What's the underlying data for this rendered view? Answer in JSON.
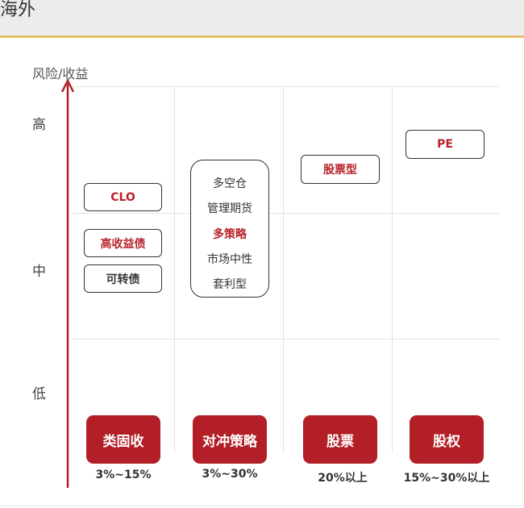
{
  "header": {
    "title": "海外"
  },
  "axis": {
    "title": "风险/收益",
    "levels": [
      "高",
      "中",
      "低"
    ],
    "arrow_color": "#b21f26"
  },
  "columns": [
    {
      "category": "类固收",
      "range": "3%~15%"
    },
    {
      "category": "对冲策略",
      "range": "3%~30%"
    },
    {
      "category": "股票",
      "range": "20%以上"
    },
    {
      "category": "股权",
      "range": "15%~30%以上"
    }
  ],
  "products": {
    "clo": "CLO",
    "high_yield": "高收益债",
    "convertible": "可转债",
    "hedge_strategies": [
      "多空仓",
      "管理期货",
      "多策略",
      "市场中性",
      "套利型"
    ],
    "equity_fund": "股票型",
    "pe": "PE"
  },
  "colors": {
    "accent": "#b21f26",
    "header_border": "#e8c06a"
  }
}
